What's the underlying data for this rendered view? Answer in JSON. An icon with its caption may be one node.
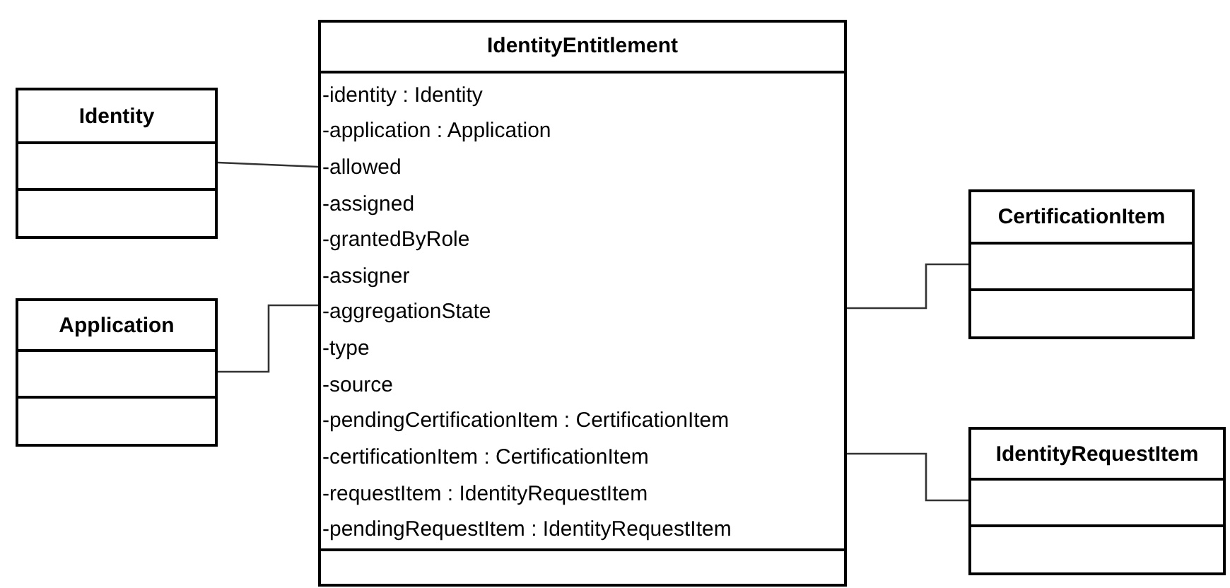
{
  "diagram": {
    "nodes": [
      {
        "text": [
          "IdentityEntitlement",
          "-identity : Identity",
          "-application : Application",
          "-allowed",
          "-assigned",
          "-grantedByRole",
          "-assigner",
          "-aggregationState",
          "-type",
          "-source",
          "-pendingCertificationItem : CertificationItem",
          "-certificationItem : CertificationItem",
          "-requestItem : IdentityRequestItem",
          "-pendingRequestItem : IdentityRequestItem"
        ]
      },
      {
        "text": [
          "Identity"
        ]
      },
      {
        "text": [
          "Application"
        ]
      },
      {
        "text": [
          "CertificationItem"
        ]
      },
      {
        "text": [
          "IdentityRequestItem"
        ]
      }
    ],
    "edges": [
      {
        "from": 1,
        "to": 0,
        "arrow": "none"
      },
      {
        "from": 2,
        "to": 0,
        "arrow": "none"
      },
      {
        "from": 0,
        "to": 3,
        "arrow": "none"
      },
      {
        "from": 0,
        "to": 4,
        "arrow": "none"
      }
    ]
  }
}
